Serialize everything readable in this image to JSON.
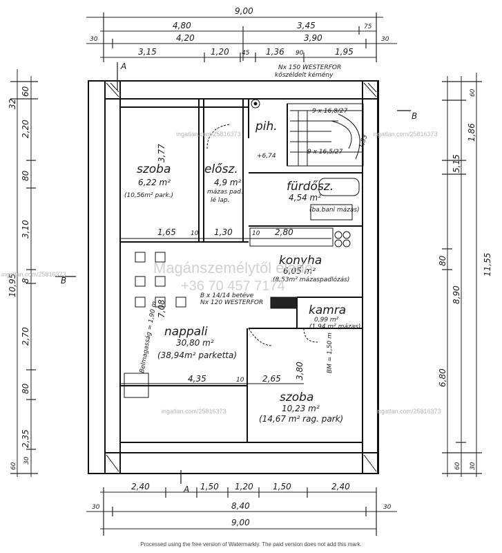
{
  "top_dims": {
    "total": "9,00",
    "row1": [
      "4,80",
      "3,45",
      "75"
    ],
    "row2": [
      "30",
      "4,20",
      "3,90",
      "30"
    ],
    "row3": [
      "3,15",
      "1,20",
      "45",
      "1,36",
      "90",
      "1,95"
    ]
  },
  "bottom_dims": {
    "row1": [
      "2,40",
      "1,50",
      "1,20",
      "1,50",
      "2,40"
    ],
    "row2": [
      "30",
      "8,40",
      "30"
    ],
    "total": "9,00"
  },
  "left_dims": {
    "outer": [
      "32",
      "60",
      "2,20",
      "80",
      "3,10",
      "8",
      "2,70",
      "80",
      "2,35",
      "30",
      "60"
    ],
    "total": "10,95"
  },
  "right_dims": {
    "inner": [
      "60",
      "1,86",
      "80",
      "6,80",
      "60",
      "30"
    ],
    "mid": [
      "5,15",
      "8,90"
    ],
    "total": "11,55"
  },
  "section_marks": {
    "a": "A",
    "b": "B"
  },
  "rooms": {
    "szoba1": {
      "name": "szoba",
      "area": "6,22 m²",
      "note": "(10,56m² park.)"
    },
    "elosz": {
      "name": "elősz.",
      "area": "4,9 m²",
      "note1": "mázas pad.",
      "note2": "lé lap."
    },
    "pih": {
      "name": "pih."
    },
    "furdo": {
      "name": "fürdősz.",
      "area": "4,54 m²",
      "note": "(ba.bani mázas)"
    },
    "konyha": {
      "name": "konyha",
      "area": "6,05 m²",
      "note": "(8,53m² mázaspadlózás)"
    },
    "kamra": {
      "name": "kamra",
      "area": "0,99 m²",
      "note": "(1,94 m² mázas)"
    },
    "nappali": {
      "name": "nappali",
      "area": "30,80 m²",
      "note": "(38,94m² parketta)"
    },
    "szoba2": {
      "name": "szoba",
      "area": "10,23 m²",
      "note": "(14,67 m² rag. park)"
    }
  },
  "inner_dims": [
    "3,77",
    "1,65",
    "10",
    "1,30",
    "10",
    "2,80",
    "4,35",
    "10",
    "2,65",
    "3,80",
    "7,08"
  ],
  "annotations": {
    "window_top": "Nx 150 WESTERFOR",
    "window_top2": "kőszéldelt kémény",
    "stair1": "9 x 16,8/27",
    "stair2": "9 x 16,5/27",
    "stair3": "1,53",
    "level": "+6,74",
    "window_mid": "B x 14/14 betéve",
    "window_mid2": "Nx 120 WESTERFOR",
    "belmagassag": "Belmagasság = 1,90 m",
    "bm_right": "BM = 1,50 m"
  },
  "watermark": {
    "line1": "Magánszemélytől eladó",
    "line2": "+36 70 457 7174",
    "site": "ingatlan.com/25816373"
  },
  "footer": "Processed using the free version of Watermarkly. The paid version does not add this mark."
}
